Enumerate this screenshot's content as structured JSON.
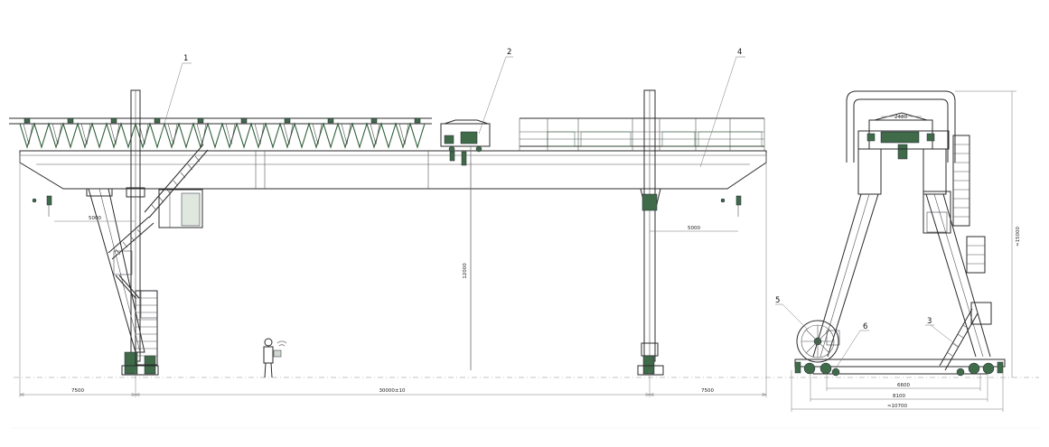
{
  "callouts": [
    {
      "label": "1",
      "name": "girder-truss-walkway"
    },
    {
      "label": "2",
      "name": "trolley"
    },
    {
      "label": "3",
      "name": "ladder"
    },
    {
      "label": "4",
      "name": "main-girder"
    },
    {
      "label": "5",
      "name": "cable-reel"
    },
    {
      "label": "6",
      "name": "travel-wheel"
    }
  ],
  "dimensions": {
    "left_cantilever": "7500",
    "span": "30000±10",
    "right_cantilever": "7500",
    "left_inner": "5000",
    "right_inner": "5000",
    "lift_height": "12000",
    "total_height": "≈15000",
    "trolley_gauge": "2480",
    "wheel_base_inner": "6600",
    "wheel_base_outer": "8100",
    "overall_width": "≈10700"
  },
  "colors": {
    "line": "#2b2b2b",
    "equipment": "#3f6b49"
  }
}
